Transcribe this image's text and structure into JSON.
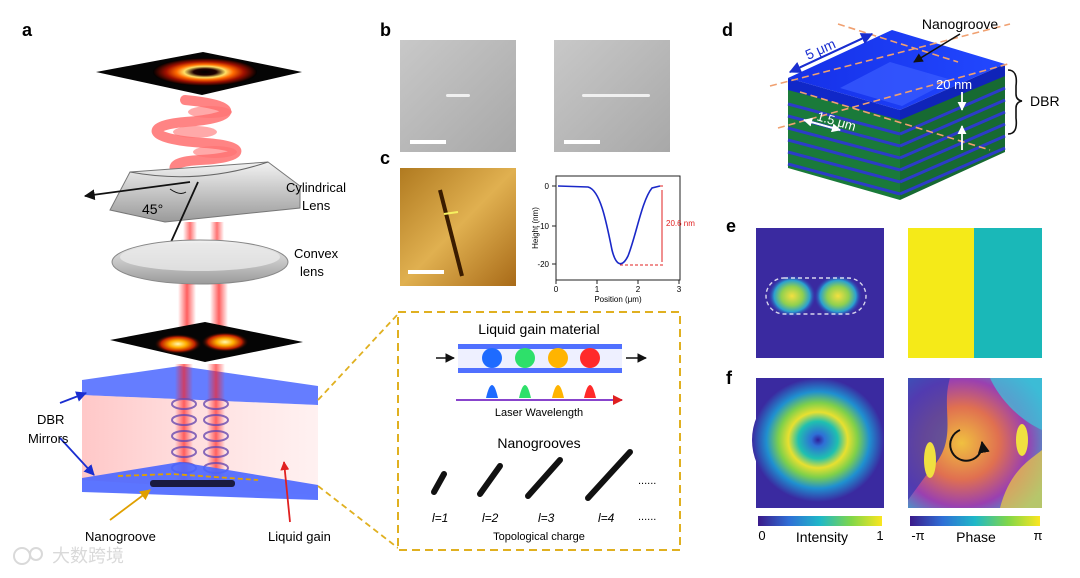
{
  "panels": {
    "a": "a",
    "b": "b",
    "c": "c",
    "d": "d",
    "e": "e",
    "f": "f"
  },
  "panel_a": {
    "angle": "45°",
    "cyl_lens": [
      "Cylindrical",
      "Lens"
    ],
    "convex_lens": [
      "Convex",
      "lens"
    ],
    "dbr": [
      "DBR",
      "Mirrors"
    ],
    "nanogroove": "Nanogroove",
    "liquid_gain": "Liquid gain"
  },
  "panel_c_plot": {
    "ylabel": "Height (nm)",
    "xlabel": "Position (μm)",
    "xticks": [
      "0",
      "1",
      "2",
      "3"
    ],
    "yticks": [
      "0",
      "-10",
      "-20"
    ],
    "annotation": "20.6 nm"
  },
  "inset": {
    "title": "Liquid gain material",
    "wavelength": "Laser Wavelength",
    "nanogrooves": "Nanogrooves",
    "charges": [
      "l=1",
      "l=2",
      "l=3",
      "l=4"
    ],
    "ellipsis": "......",
    "ellipsis_bottom": "......",
    "charge_label": "Topological charge",
    "colors": [
      "#1e6bff",
      "#2ee06a",
      "#ffb400",
      "#ff2a2a"
    ]
  },
  "panel_d": {
    "nanogroove": "Nanogroove",
    "width": "5 μm",
    "groove_w": "1.5 μm",
    "depth": "20 nm",
    "dbr": "DBR"
  },
  "colorbars": {
    "intensity_min": "0",
    "intensity_label": "Intensity",
    "intensity_max": "1",
    "phase_min": "-π",
    "phase_label": "Phase",
    "phase_max": "π"
  },
  "watermark": "大数跨境"
}
